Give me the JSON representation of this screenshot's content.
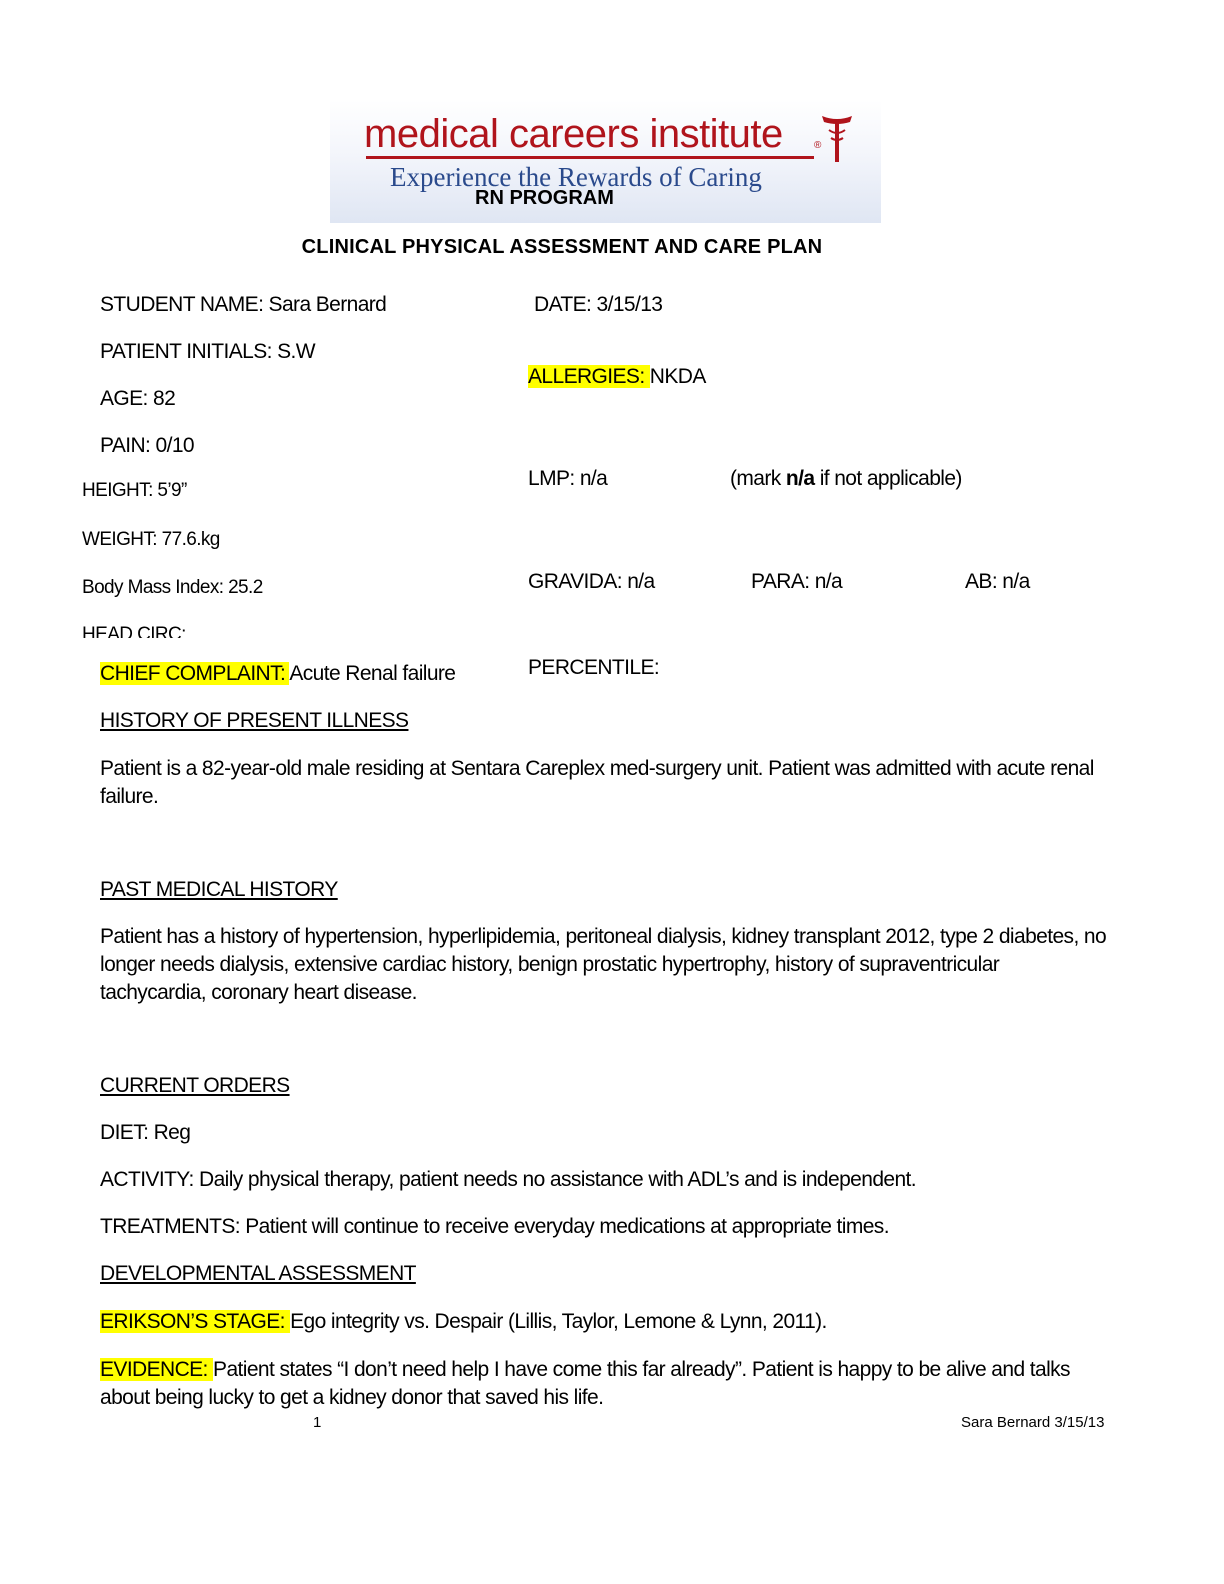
{
  "logo": {
    "name": "medical careers institute",
    "tagline": "Experience the Rewards of Caring",
    "program": "RN PROGRAM",
    "icon": "caduceus-icon"
  },
  "title": "CLINICAL PHYSICAL ASSESSMENT AND CARE PLAN",
  "left_fields": {
    "student_name": "STUDENT NAME: Sara Bernard",
    "patient_initials": "PATIENT INITIALS:  S.W",
    "age": "AGE:    82",
    "pain": "PAIN:      0/10",
    "height": "HEIGHT:  5’9”",
    "weight": "WEIGHT:  77.6.kg",
    "bmi": "Body Mass Index: 25.2",
    "head_circ": "HEAD CIRC:"
  },
  "right_fields": {
    "date": "DATE:   3/15/13",
    "allergies_label": "ALLERGIES:  ",
    "allergies_value": "NKDA",
    "lmp": "LMP: n/a",
    "mark_pre": "(mark ",
    "mark_bold": "n/a",
    "mark_post": " if not applicable)",
    "gravida": "GRAVIDA:   n/a",
    "para": "PARA: n/a",
    "ab": "AB:    n/a",
    "percentile": "PERCENTILE:"
  },
  "chief_complaint": {
    "label": "CHIEF COMPLAINT:  ",
    "value": " Acute Renal failure"
  },
  "hpi": {
    "heading": "HISTORY OF PRESENT ILLNESS ",
    "text": "Patient is a 82-year-old male residing at Sentara Careplex med-surgery unit. Patient was admitted with acute renal failure."
  },
  "pmh": {
    "heading": "PAST MEDICAL HISTORY",
    "text": "Patient has a history of hypertension, hyperlipidemia, peritoneal dialysis, kidney transplant 2012, type 2 diabetes, no longer needs dialysis, extensive cardiac history, benign prostatic hypertrophy, history of supraventricular tachycardia, coronary heart disease."
  },
  "orders": {
    "heading": "CURRENT ORDERS",
    "diet": "DIET: Reg",
    "activity": "ACTIVITY:  Daily physical therapy, patient needs no assistance with ADL’s and is independent.",
    "treatments": "TREATMENTS:   Patient will continue to receive everyday medications at appropriate times."
  },
  "developmental": {
    "heading": "DEVELOPMENTAL ASSESSMENT",
    "erikson_label": "ERIKSON’S STAGE:  ",
    "erikson_value": "Ego integrity vs. Despair (Lillis, Taylor, Lemone & Lynn, 2011).",
    "evidence_label": "EVIDENCE:   ",
    "evidence_value": " Patient states “I don’t need help I have come this far already”. Patient is happy to be alive and  talks about being lucky to get a kidney donor that saved his life."
  },
  "footer": {
    "page_number": "1",
    "author_date": "Sara Bernard 3/15/13"
  },
  "colors": {
    "highlight": "#ffff00",
    "logo_red": "#b0141c",
    "logo_blue": "#2a4a8c"
  }
}
